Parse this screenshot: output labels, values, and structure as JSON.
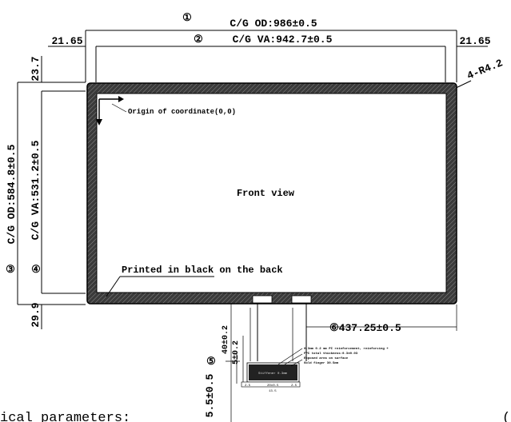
{
  "dimensions": {
    "cg_od_width": {
      "marker": "①",
      "label": "C/G OD:986±0.5"
    },
    "cg_va_width": {
      "marker": "②",
      "label": "C/G VA:942.7±0.5"
    },
    "left_margin": "21.65",
    "right_margin": "21.65",
    "top_margin": "23.7",
    "bottom_margin": "29.9",
    "cg_od_height": {
      "marker": "③",
      "label": "C/G OD:584.8±0.5"
    },
    "cg_va_height": {
      "marker": "④",
      "label": "C/G VA:531.2±0.5"
    },
    "corner_radius": "4-R4.2",
    "fpc_offset": "⑥437.25±0.5",
    "fpc_length_40": "40±0.2",
    "fpc_length_5": "5±0.2",
    "fpc_marker": "⑤",
    "fpc_bottom": "5.5±0.5"
  },
  "annotations": {
    "origin": "Origin of coordinate(0,0)",
    "front_view": "Front view",
    "printed_black": "Printed in black on the back"
  },
  "fpc_notes": {
    "line1": "0.3mm 0.2 mm PI reinforcement, reinforcing +",
    "line2": "FPC total thickness:0.3±0.03",
    "line3": "Exposed area on surface",
    "line4": "Gold finger 30.5mm",
    "connector": "Stiffener 0.3mm",
    "dim_a": "2.5",
    "dim_b": "20x0.5",
    "dim_c": "2.5",
    "dim_d": "13.5"
  },
  "footer": {
    "left_text": "ical parameters:",
    "right_char": "("
  }
}
